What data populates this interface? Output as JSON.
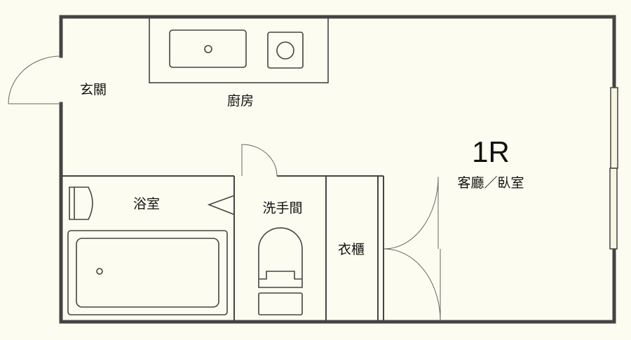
{
  "plan": {
    "type": "1R",
    "rooms": {
      "entrance": "玄關",
      "kitchen": "廚房",
      "living_bedroom": "客廳／臥室",
      "bathroom": "浴室",
      "toilet": "洗手間",
      "closet": "衣櫃"
    }
  },
  "colors": {
    "background": "#fdfcf0",
    "wall": "#444444",
    "window_fill": "#f8f6e2"
  }
}
